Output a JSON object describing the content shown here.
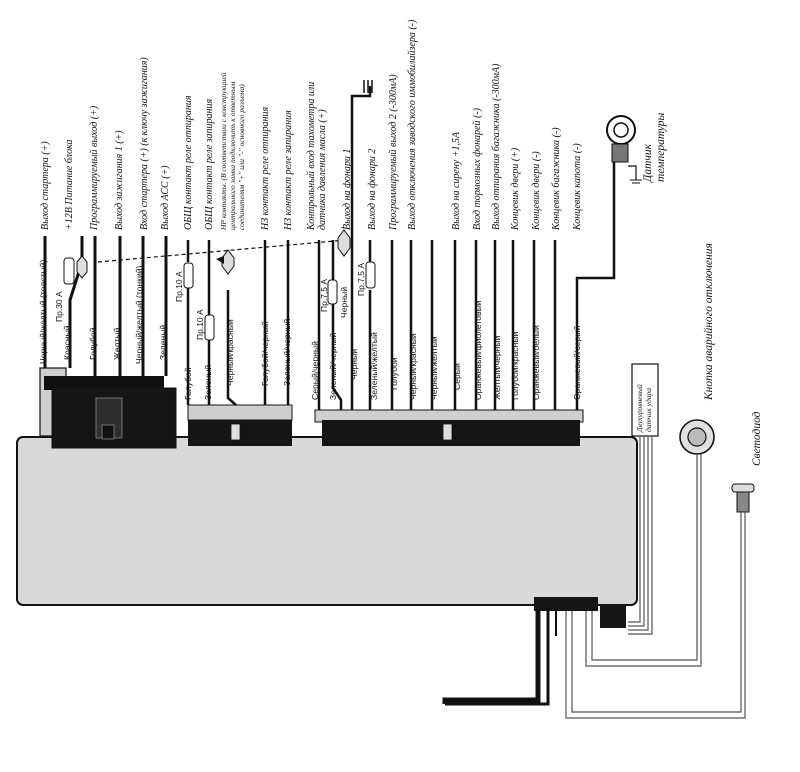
{
  "connector_1": {
    "functions": [
      "Выход стартера (+)",
      "+12В Питание блока",
      "Программируемый выход (+)",
      "Выход зажигания 1 (+)",
      "Вход стартера (+) (к ключу зажигания)",
      "Выход АСС (+)"
    ],
    "colors": [
      "Черный/желтый (толстый)",
      "Красный",
      "Голубой",
      "Желтый",
      "Черный/желтый (тонкий)",
      "Зеленый"
    ],
    "fuse": "Пр.30 А"
  },
  "connector_2": {
    "functions": [
      "ОБЩ контакт реле отпирания",
      "ОБЩ контакт реле запирания",
      "НР контакты. (В соответствии с конструкцией центрального замка подключить к ответным соединителям \"+\" или \"-\" основного разъема)",
      "НЗ контакт реле отпирания",
      "НЗ контакт реле запирания"
    ],
    "colors": [
      "Голубой",
      "Зеленый",
      "Черный/красный",
      "Голубой/черный",
      "Зеленый/черный"
    ],
    "fuses": [
      "Пр.10 А",
      "Пр.10 А"
    ]
  },
  "connector_3": {
    "functions": [
      "Контрольный вход тахометра или датчика давления масла (+)",
      "Выход на фонари 1",
      "Выход на фонари 2",
      "Программируемый выход 2 (-300мА)",
      "Выход отключения заводского иммобилайзера (-)",
      "Выход на сирену +1,5А",
      "Вход тормозных фонарей (-)",
      "Выход отпирания багажника (-300мА)",
      "Концевик двери (+)",
      "Концевик двери (-)",
      "Концевик багажника (-)",
      "Концевик капота (-)"
    ],
    "colors": [
      "Серый/черный",
      "Зеленый/черный",
      "Черный",
      "Зеленый/желтый",
      "Голубой",
      "Черный/красный",
      "Черный/желтый",
      "Серый",
      "Оранжевый/фиолетовый",
      "Желтый/черный",
      "Голубой/красный",
      "Оранжевый/белый",
      "Оранжевый/серый"
    ],
    "fuses": [
      "Пр.7,5 А",
      "Пр.7,5 А"
    ],
    "ground_wire": "Черный",
    "minus_sign": "-"
  },
  "sensors": {
    "temperature": "Датчик температуры",
    "shock": "Двухуровневый датчик удара",
    "emergency_button": "Кнопка аварийного отключения",
    "led": "Светодиод"
  },
  "colors": {
    "unit_body": "#d8d8d8",
    "connector": "#1a1a1a",
    "wire": "#111111"
  }
}
